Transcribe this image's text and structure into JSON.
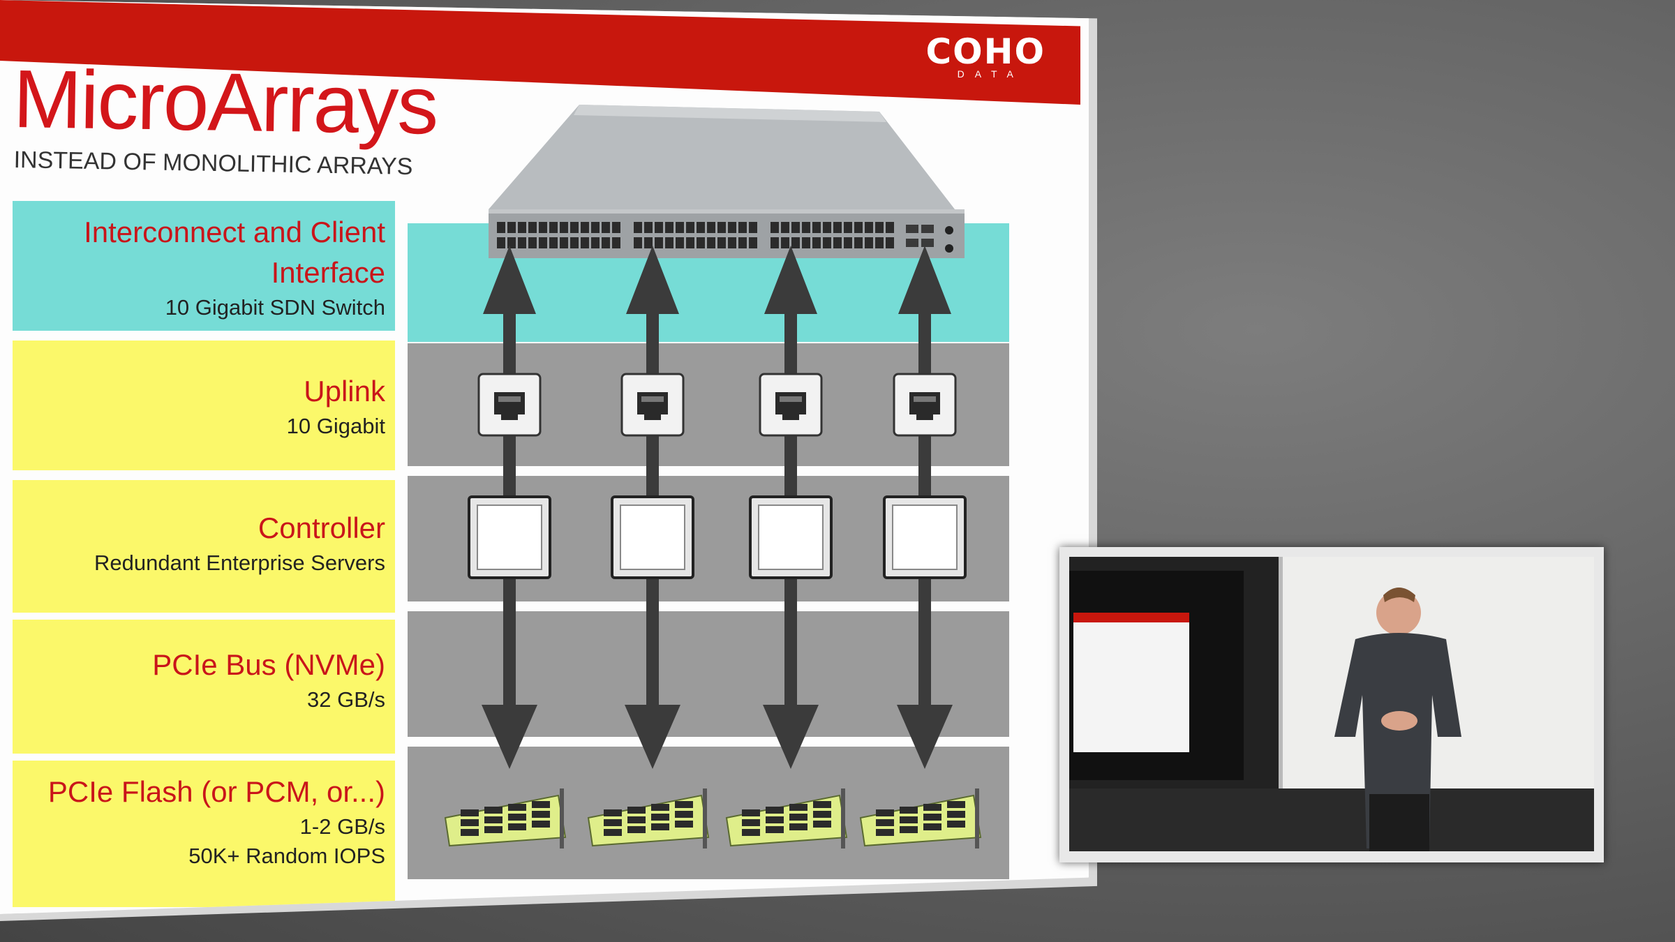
{
  "slide": {
    "logo": "COHO",
    "logo_sub": "DATA",
    "title": "MicroArrays",
    "subtitle": "INSTEAD OF MONOLITHIC ARRAYS"
  },
  "layers": [
    {
      "heading": "Interconnect and Client Interface",
      "detail": [
        "10 Gigabit SDN Switch"
      ]
    },
    {
      "heading": "Uplink",
      "detail": [
        "10 Gigabit"
      ]
    },
    {
      "heading": "Controller",
      "detail": [
        "Redundant Enterprise Servers"
      ]
    },
    {
      "heading": "PCIe Bus (NVMe)",
      "detail": [
        "32 GB/s"
      ]
    },
    {
      "heading": "PCIe Flash (or PCM, or...)",
      "detail": [
        "1-2 GB/s",
        "50K+ Random IOPS"
      ]
    }
  ],
  "colors": {
    "brand_red": "#c8170d",
    "title_red": "#d3161a",
    "cyan": "#76dcd6",
    "yellow": "#fbf86a",
    "gray_lane": "#9b9b9b",
    "flash_card": "#dfee8a"
  },
  "icons": {
    "switch": "network-switch-icon",
    "uplink": "ethernet-port-icon",
    "controller": "server-chip-icon",
    "flash": "pcie-flash-card-icon",
    "arrow": "double-arrow-icon"
  }
}
